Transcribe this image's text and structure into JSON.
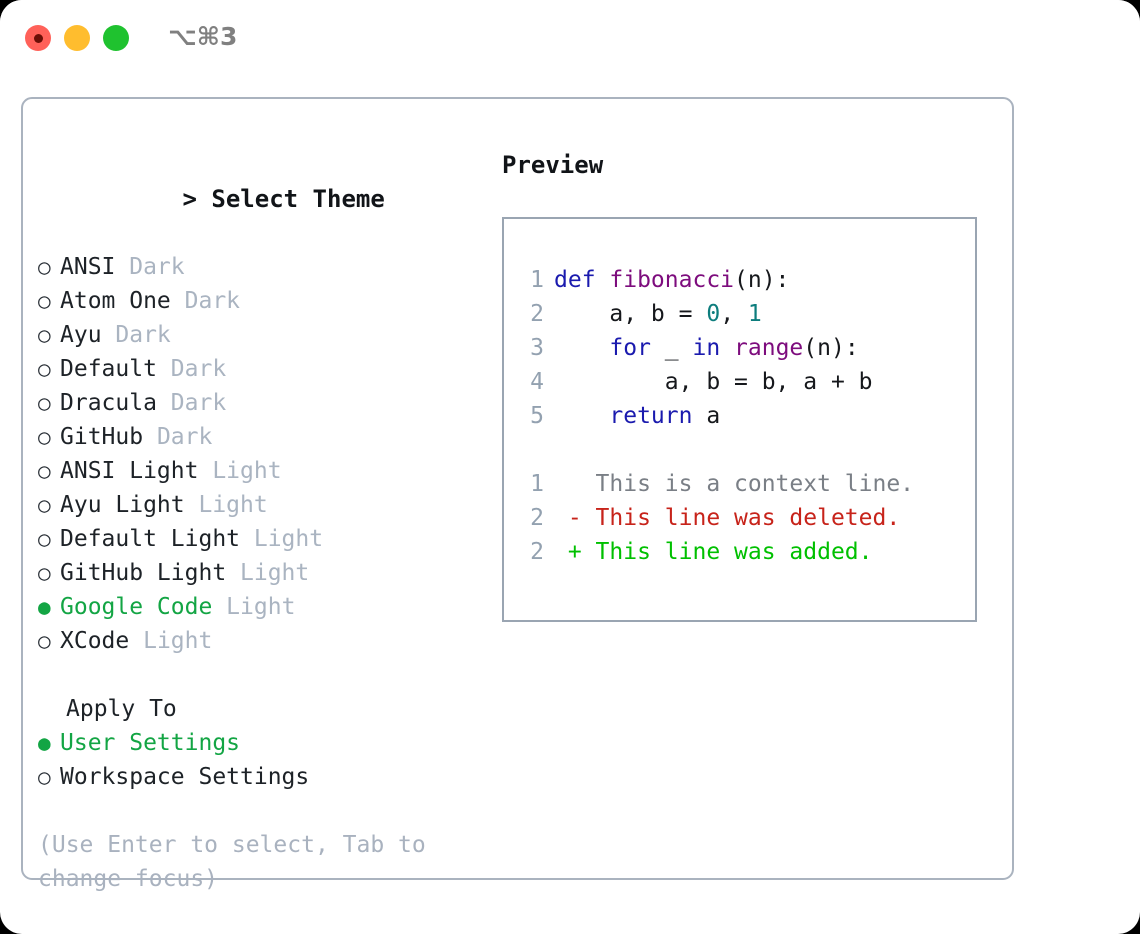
{
  "window": {
    "shortcut_label": "⌥⌘3",
    "traffic_lights": [
      "close-red",
      "minimize-yellow",
      "maximize-green"
    ]
  },
  "colors": {
    "selected_green": "#13a544",
    "muted_variant": "#aab4c1",
    "hint_gray": "#a9b2bf",
    "panel_border": "#aab3bf",
    "code_border": "#9aa5b2",
    "keyword_blue": "#1a1aae",
    "function_purple": "#7d0c7d",
    "number_teal": "#0d7d7d",
    "diff_added": "#00c000",
    "diff_deleted": "#c7231a",
    "diff_context": "#7a7f86",
    "line_number": "#93a1b0"
  },
  "theme_picker": {
    "title": "Select Theme",
    "caret": ">",
    "bullet_unselected": "○",
    "bullet_selected": "●",
    "items": [
      {
        "name": "ANSI",
        "variant": "Dark",
        "selected": false
      },
      {
        "name": "Atom One",
        "variant": "Dark",
        "selected": false
      },
      {
        "name": "Ayu",
        "variant": "Dark",
        "selected": false
      },
      {
        "name": "Default",
        "variant": "Dark",
        "selected": false
      },
      {
        "name": "Dracula",
        "variant": "Dark",
        "selected": false
      },
      {
        "name": "GitHub",
        "variant": "Dark",
        "selected": false
      },
      {
        "name": "ANSI Light",
        "variant": "Light",
        "selected": false
      },
      {
        "name": "Ayu Light",
        "variant": "Light",
        "selected": false
      },
      {
        "name": "Default Light",
        "variant": "Light",
        "selected": false
      },
      {
        "name": "GitHub Light",
        "variant": "Light",
        "selected": false
      },
      {
        "name": "Google Code",
        "variant": "Light",
        "selected": true
      },
      {
        "name": "XCode",
        "variant": "Light",
        "selected": false
      }
    ]
  },
  "apply_to": {
    "title": "Apply To",
    "items": [
      {
        "name": "User Settings",
        "selected": true
      },
      {
        "name": "Workspace Settings",
        "selected": false
      }
    ]
  },
  "hint": "(Use Enter to select, Tab to change focus)",
  "preview": {
    "title": "Preview",
    "code_lines": [
      {
        "number": "1",
        "tokens": [
          {
            "text": "def ",
            "type": "kw"
          },
          {
            "text": "fibonacci",
            "type": "fn"
          },
          {
            "text": "(n):",
            "type": "punc"
          }
        ]
      },
      {
        "number": "2",
        "tokens": [
          {
            "text": "    a, b = ",
            "type": "txt"
          },
          {
            "text": "0",
            "type": "num"
          },
          {
            "text": ", ",
            "type": "txt"
          },
          {
            "text": "1",
            "type": "num"
          }
        ]
      },
      {
        "number": "3",
        "tokens": [
          {
            "text": "    ",
            "type": "txt"
          },
          {
            "text": "for",
            "type": "kw"
          },
          {
            "text": " _ ",
            "type": "txt"
          },
          {
            "text": "in",
            "type": "kw"
          },
          {
            "text": " ",
            "type": "txt"
          },
          {
            "text": "range",
            "type": "fn"
          },
          {
            "text": "(n):",
            "type": "punc"
          }
        ]
      },
      {
        "number": "4",
        "tokens": [
          {
            "text": "        a, b = b, a + b",
            "type": "txt"
          }
        ]
      },
      {
        "number": "5",
        "tokens": [
          {
            "text": "    ",
            "type": "txt"
          },
          {
            "text": "return",
            "type": "kw"
          },
          {
            "text": " a",
            "type": "txt"
          }
        ]
      }
    ],
    "diff_lines": [
      {
        "number": "1",
        "marker": " ",
        "text": "This is a context line.",
        "type": "ctx"
      },
      {
        "number": "2",
        "marker": "-",
        "text": "This line was deleted.",
        "type": "del"
      },
      {
        "number": "2",
        "marker": "+",
        "text": "This line was added.",
        "type": "add"
      }
    ]
  }
}
